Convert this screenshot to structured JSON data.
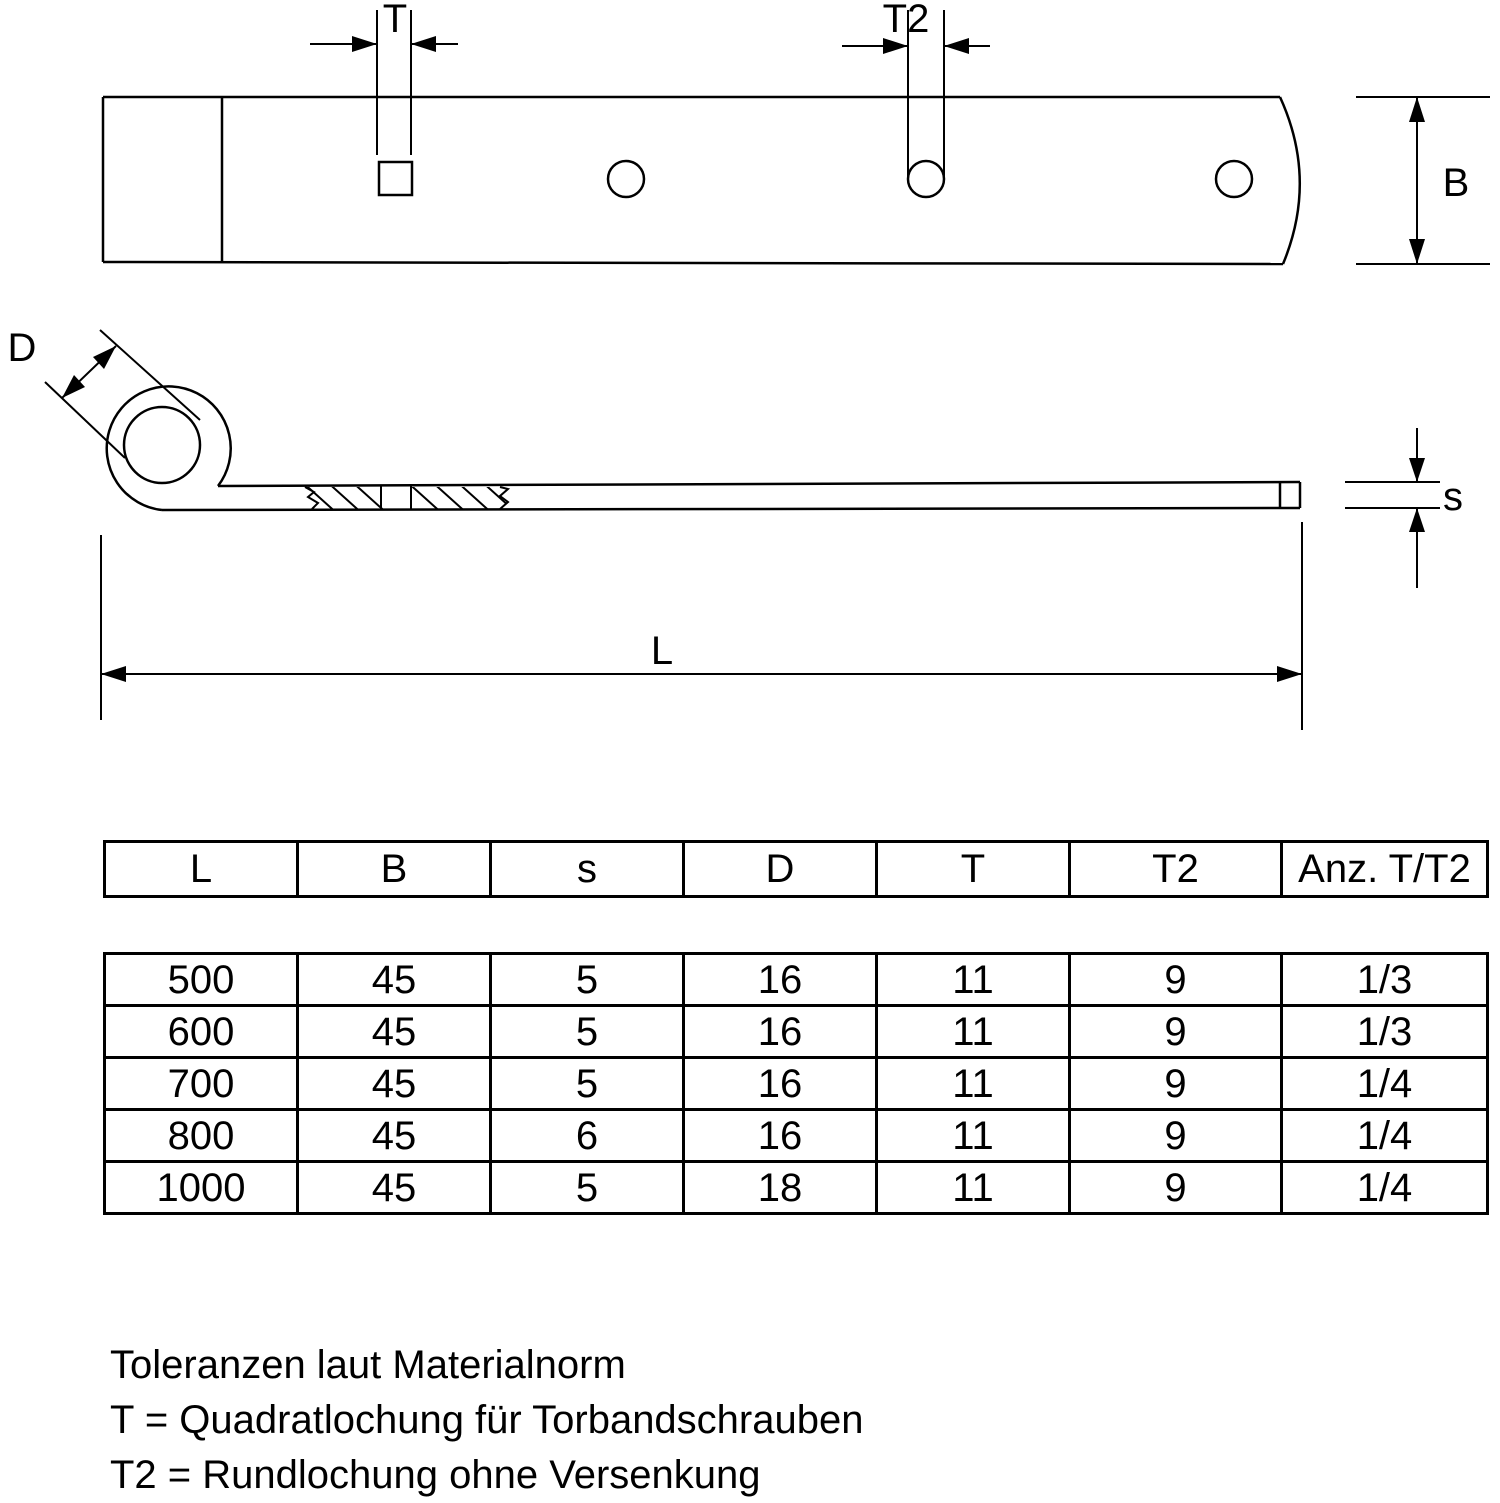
{
  "dimension_labels": {
    "T": "T",
    "T2": "T2",
    "B": "B",
    "D": "D",
    "s": "s",
    "L": "L"
  },
  "table": {
    "headers": [
      "L",
      "B",
      "s",
      "D",
      "T",
      "T2",
      "Anz. T/T2"
    ],
    "rows": [
      [
        "500",
        "45",
        "5",
        "16",
        "11",
        "9",
        "1/3"
      ],
      [
        "600",
        "45",
        "5",
        "16",
        "11",
        "9",
        "1/3"
      ],
      [
        "700",
        "45",
        "5",
        "16",
        "11",
        "9",
        "1/4"
      ],
      [
        "800",
        "45",
        "6",
        "16",
        "11",
        "9",
        "1/4"
      ],
      [
        "1000",
        "45",
        "5",
        "18",
        "11",
        "9",
        "1/4"
      ]
    ]
  },
  "notes": [
    "Toleranzen laut Materialnorm",
    "T = Quadratlochung für Torbandschrauben",
    "T2 = Rundlochung ohne Versenkung"
  ]
}
